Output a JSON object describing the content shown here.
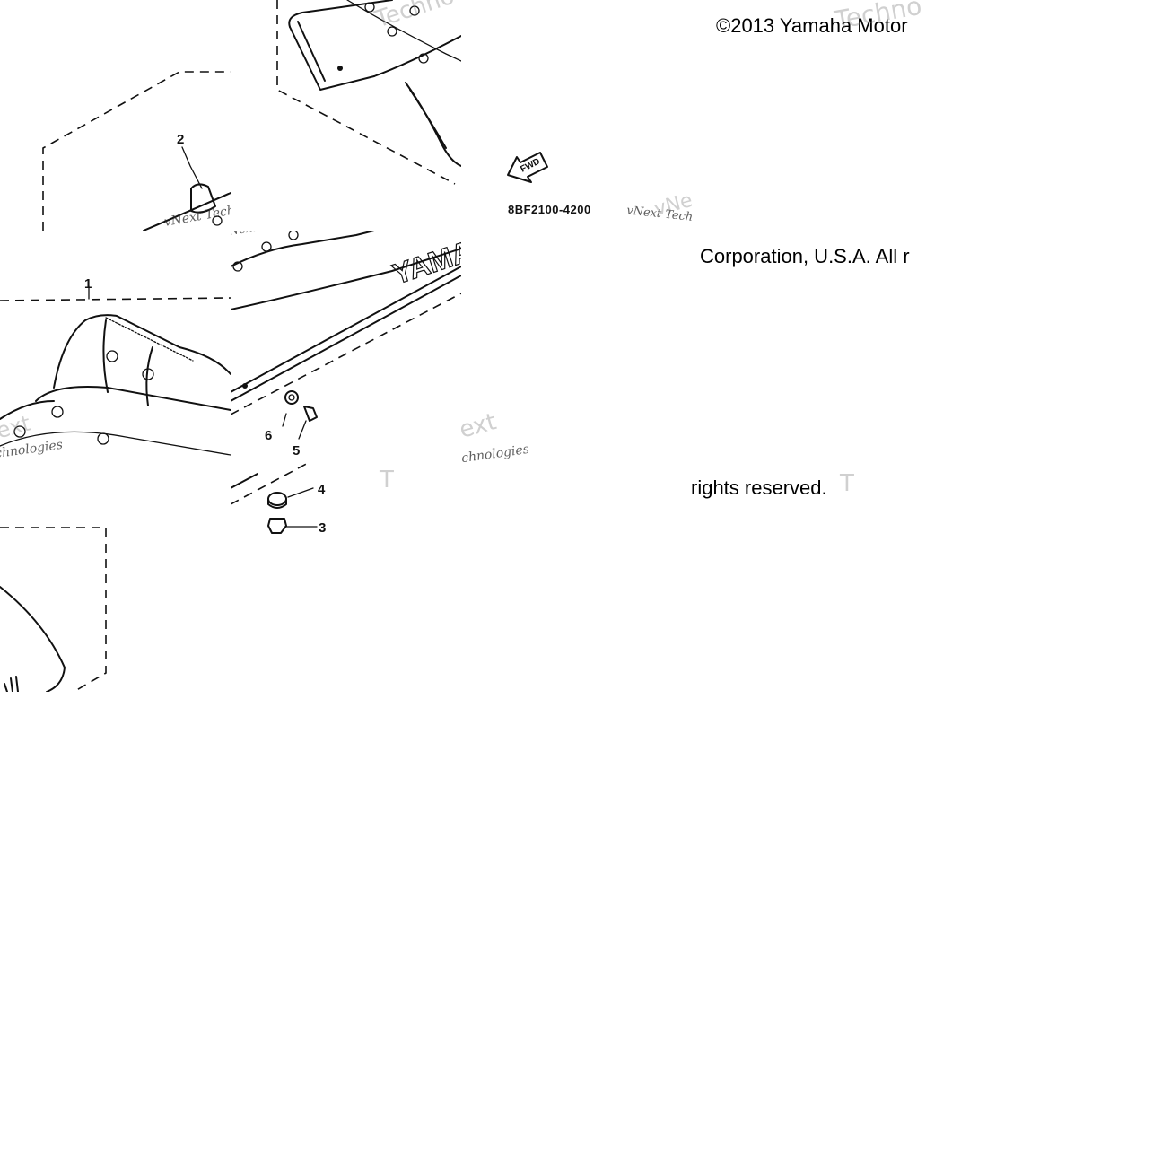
{
  "diagram": {
    "callouts": [
      {
        "id": "c1",
        "label": "1"
      },
      {
        "id": "c2",
        "label": "2"
      },
      {
        "id": "c3",
        "label": "3"
      },
      {
        "id": "c4",
        "label": "4"
      },
      {
        "id": "c5",
        "label": "5"
      },
      {
        "id": "c6",
        "label": "6"
      }
    ],
    "fwd_label": "FWD",
    "part_code": "8BF2100-4200",
    "brand_text": "YAMAHA"
  },
  "copyright": {
    "fragment_1": "©2013 Yamaha Motor",
    "fragment_2": "Corporation, U.S.A. All r",
    "fragment_3": "rights reserved."
  },
  "watermarks": {
    "text_1": "vNext Technologies",
    "text_2": "Techno",
    "text_3": "vNe",
    "text_4": "ext",
    "text_5": "chnologies",
    "text_6": "T"
  },
  "colors": {
    "ink": "#111111",
    "background": "#ffffff"
  }
}
